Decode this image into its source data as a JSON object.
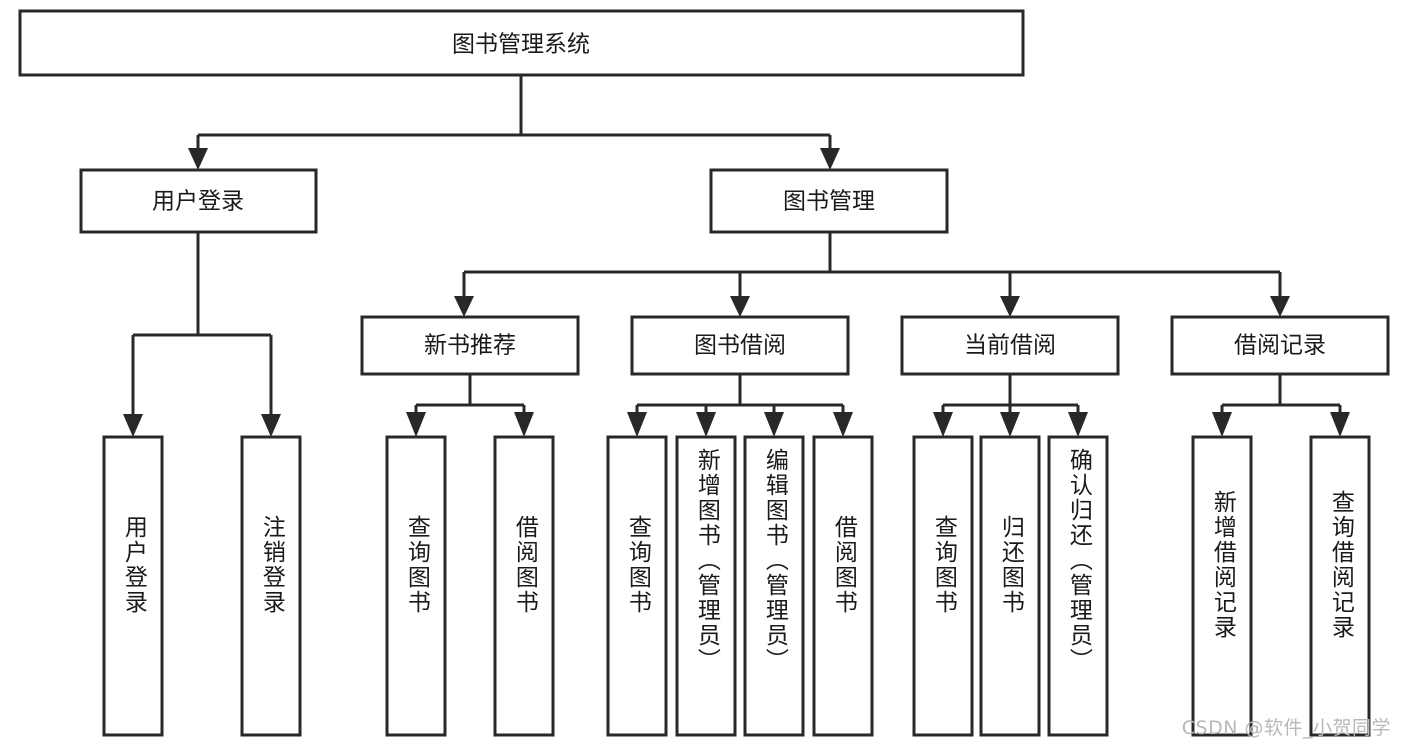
{
  "diagram": {
    "type": "tree-hierarchy",
    "title": "图书管理系统",
    "root": {
      "id": "root",
      "label": "图书管理系统"
    },
    "level2": [
      {
        "id": "user-login",
        "label": "用户登录"
      },
      {
        "id": "book-management",
        "label": "图书管理"
      }
    ],
    "level3": [
      {
        "id": "new-book-recommend",
        "label": "新书推荐",
        "parent": "book-management"
      },
      {
        "id": "book-borrow",
        "label": "图书借阅",
        "parent": "book-management"
      },
      {
        "id": "current-borrow",
        "label": "当前借阅",
        "parent": "book-management"
      },
      {
        "id": "borrow-record",
        "label": "借阅记录",
        "parent": "book-management"
      }
    ],
    "leaves": [
      {
        "id": "leaf-user-login",
        "label": "用户登录",
        "parent": "user-login"
      },
      {
        "id": "leaf-logout",
        "label": "注销登录",
        "parent": "user-login"
      },
      {
        "id": "leaf-query-book-1",
        "label": "查询图书",
        "parent": "new-book-recommend"
      },
      {
        "id": "leaf-borrow-book-1",
        "label": "借阅图书",
        "parent": "new-book-recommend"
      },
      {
        "id": "leaf-query-book-2",
        "label": "查询图书",
        "parent": "book-borrow"
      },
      {
        "id": "leaf-add-book",
        "label": "新增图书（管理员）",
        "parent": "book-borrow"
      },
      {
        "id": "leaf-edit-book",
        "label": "编辑图书（管理员）",
        "parent": "book-borrow"
      },
      {
        "id": "leaf-borrow-book-2",
        "label": "借阅图书",
        "parent": "book-borrow"
      },
      {
        "id": "leaf-query-book-3",
        "label": "查询图书",
        "parent": "current-borrow"
      },
      {
        "id": "leaf-return-book",
        "label": "归还图书",
        "parent": "current-borrow"
      },
      {
        "id": "leaf-confirm-return",
        "label": "确认归还（管理员）",
        "parent": "current-borrow"
      },
      {
        "id": "leaf-add-record",
        "label": "新增借阅记录",
        "parent": "borrow-record"
      },
      {
        "id": "leaf-query-record",
        "label": "查询借阅记录",
        "parent": "borrow-record"
      }
    ],
    "colors": {
      "stroke": "#28282b",
      "fill": "#ffffff",
      "text": "#1a1a1a",
      "watermark": "#b8b8b8"
    }
  },
  "watermark": {
    "text": "CSDN @软件_小贺同学"
  }
}
